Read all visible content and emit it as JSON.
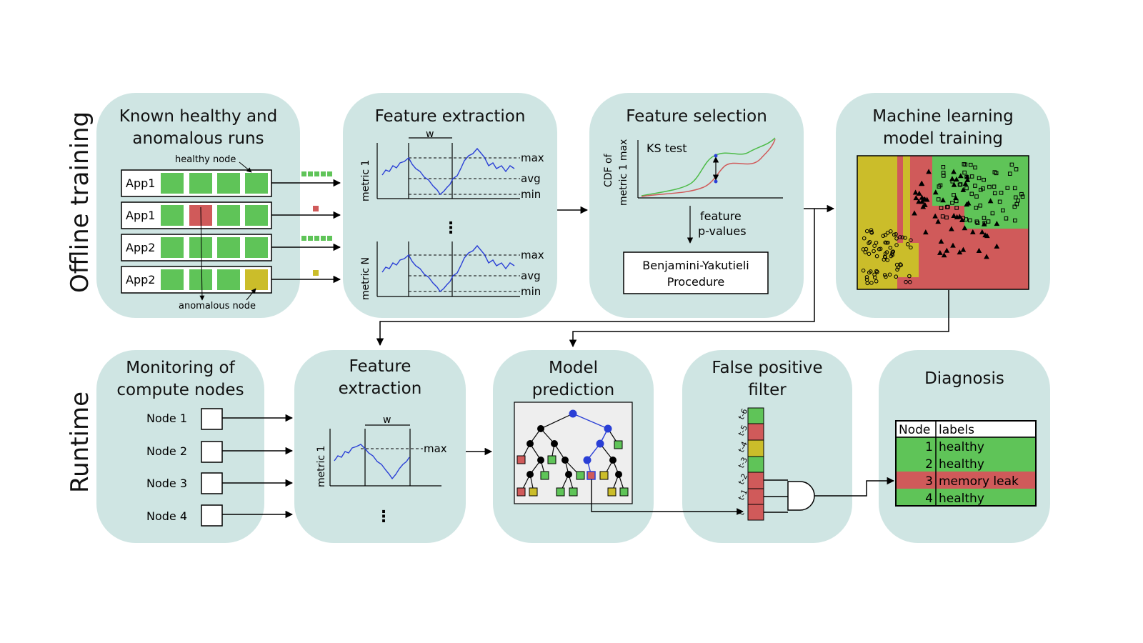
{
  "rows": {
    "offline": "Offline training",
    "runtime": "Runtime"
  },
  "panels": {
    "known": {
      "title1": "Known healthy and",
      "title2": "anomalous runs",
      "healthy_note": "healthy node",
      "anomalous_note": "anomalous node",
      "apps": [
        "App1",
        "App1",
        "App2",
        "App2"
      ]
    },
    "fe_top": {
      "title": "Feature extraction",
      "window": "w",
      "metric1": "metric 1",
      "metricN": "metric N",
      "max": "max",
      "avg": "avg",
      "min": "min",
      "ellipsis": "⋮"
    },
    "fs": {
      "title": "Feature selection",
      "ks": "KS test",
      "ylabel1": "CDF of",
      "ylabel2": "metric 1 max",
      "pv1": "feature",
      "pv2": "p-values",
      "by1": "Benjamini-Yakutieli",
      "by2": "Procedure"
    },
    "ml": {
      "title1": "Machine learning",
      "title2": "model training"
    },
    "mon": {
      "title1": "Monitoring of",
      "title2": "compute nodes",
      "nodes": [
        "Node 1",
        "Node 2",
        "Node 3",
        "Node 4"
      ]
    },
    "fe_bot": {
      "title1": "Feature",
      "title2": "extraction",
      "window": "w",
      "metric1": "metric 1",
      "max": "max",
      "ellipsis": "⋮"
    },
    "mp": {
      "title1": "Model",
      "title2": "prediction"
    },
    "fp": {
      "title1": "False positive",
      "title2": "filter",
      "ticks": [
        "t-6",
        "t-5",
        "t-4",
        "t-3",
        "t-2",
        "t-1",
        "t"
      ]
    },
    "diag": {
      "title": "Diagnosis",
      "headers": [
        "Node",
        "labels"
      ],
      "rows": [
        {
          "node": "1",
          "label": "healthy"
        },
        {
          "node": "2",
          "label": "healthy"
        },
        {
          "node": "3",
          "label": "memory leak"
        },
        {
          "node": "4",
          "label": "healthy"
        }
      ]
    }
  },
  "colors": {
    "panel": "#cfe5e3",
    "green": "#5fc458",
    "red": "#d05a5a",
    "yellow": "#cbbd2a",
    "blue": "#2a3fd6",
    "curve_green": "#4cbb47",
    "curve_red": "#d05a5a"
  }
}
